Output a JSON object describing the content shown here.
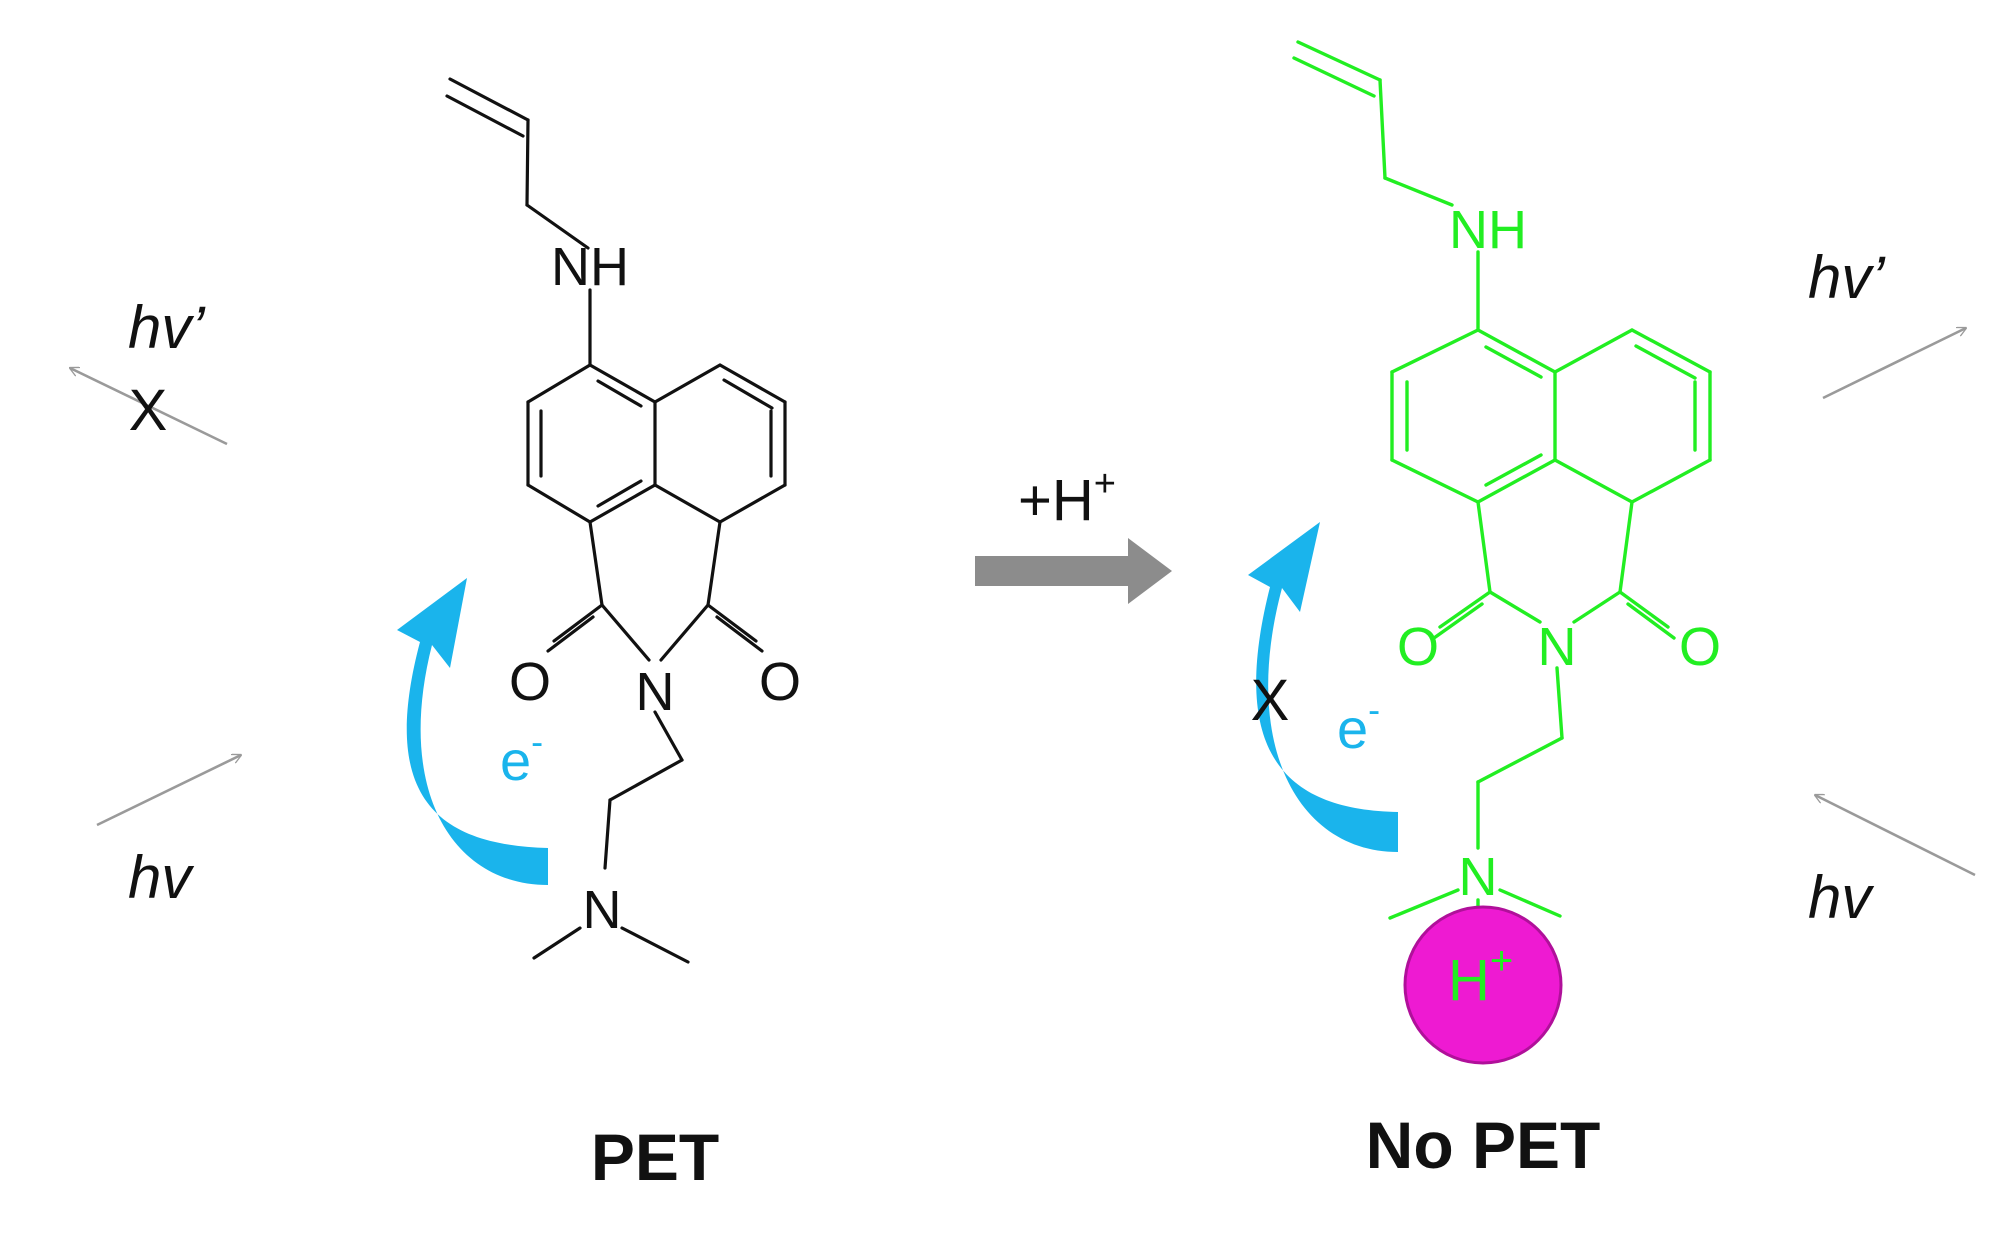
{
  "colors": {
    "black": "#111111",
    "green": "#22ee22",
    "cyan": "#1ab4ec",
    "gray_arrow": "#8c8c8c",
    "light_arrow": "#9a9a9a",
    "magenta": "#ee1ad2",
    "magenta_edge": "#b0109a"
  },
  "left": {
    "nh": "NH",
    "o_left": "O",
    "o_right": "O",
    "n_imide": "N",
    "n_amine": "N",
    "electron": "e",
    "electron_sup": "-",
    "hv_emit": "hv’",
    "hv_excite": "hv",
    "blocked_mark": "X",
    "caption": "PET"
  },
  "reaction": {
    "reagent": "+H",
    "reagent_sup": "+"
  },
  "right": {
    "nh": "NH",
    "o_left": "O",
    "o_right": "O",
    "n_imide": "N",
    "n_amine": "N",
    "electron": "e",
    "electron_sup": "-",
    "blocked_mark": "X",
    "proton": "H",
    "proton_sup": "+",
    "hv_emit": "hv’",
    "hv_excite": "hv",
    "caption": "No PET"
  }
}
